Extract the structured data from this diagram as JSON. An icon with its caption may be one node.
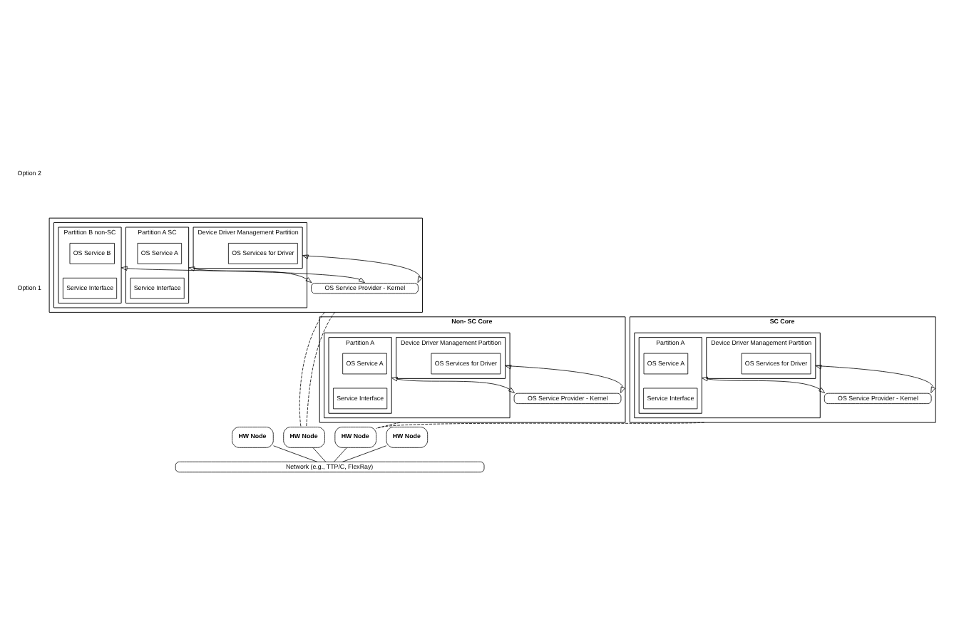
{
  "diagram": {
    "nodes": [
      {
        "text": [],
        "shape": "box"
      },
      {
        "text": [],
        "shape": "box",
        "in": 0
      },
      {
        "text": [
          "Partition A SC"
        ],
        "in": 1
      },
      {
        "text": [
          "OS Service A"
        ],
        "in": 2
      },
      {
        "text": [
          "Service Interface"
        ],
        "in": 2
      },
      {
        "text": [
          "Partition B non-SC"
        ],
        "in": 1
      },
      {
        "text": [
          "OS Service B"
        ],
        "in": 5
      },
      {
        "text": [
          "Service Interface"
        ],
        "in": 5
      },
      {
        "text": [
          "Device Driver Management Partition"
        ],
        "in": 1
      },
      {
        "text": [
          "OS Services for Driver"
        ],
        "in": 8
      },
      {
        "text": [
          "OS Service Provider - Kernel"
        ],
        "in": 0
      },
      {
        "text": [
          "SC Core"
        ]
      },
      {
        "text": [],
        "shape": "box",
        "in": 11
      },
      {
        "text": [
          "Partition A"
        ],
        "in": 12
      },
      {
        "text": [
          "OS Service A"
        ],
        "in": 13
      },
      {
        "text": [
          "Service Interface"
        ],
        "in": 13
      },
      {
        "text": [
          "Device Driver Management Partition"
        ],
        "in": 12
      },
      {
        "text": [
          "OS Services for Driver"
        ],
        "in": 16
      },
      {
        "text": [
          "OS Service Provider - Kernel"
        ],
        "in": 11
      },
      {
        "text": [
          "Non- SC Core"
        ]
      },
      {
        "text": [],
        "shape": "box",
        "in": 19
      },
      {
        "text": [
          "Partition A"
        ],
        "in": 20
      },
      {
        "text": [
          "OS Service A"
        ],
        "in": 21
      },
      {
        "text": [
          "Service Interface"
        ],
        "in": 21
      },
      {
        "text": [
          "Device Driver Management Partition"
        ],
        "in": 20
      },
      {
        "text": [
          "OS Services for Driver"
        ],
        "in": 24
      },
      {
        "text": [
          "OS Service Provider - Kernel"
        ],
        "in": 19
      },
      {
        "text": [
          "HW Node"
        ]
      },
      {
        "text": [
          "HW Node"
        ]
      },
      {
        "text": [
          "HW Node"
        ]
      },
      {
        "text": [
          "HW Node"
        ]
      },
      {
        "text": [
          "Network (e.g., TTP/C, FlexRay)"
        ]
      }
    ],
    "edges": [
      {
        "from": 2,
        "to": 10,
        "arrow": "both"
      },
      {
        "from": 5,
        "to": 10,
        "arrow": "both"
      },
      {
        "from": 8,
        "to": 10,
        "arrow": "both"
      },
      {
        "from": 13,
        "to": 18,
        "arrow": "both"
      },
      {
        "from": 16,
        "to": 18,
        "arrow": "both"
      },
      {
        "from": 21,
        "to": 26,
        "arrow": "both"
      },
      {
        "from": 24,
        "to": 26,
        "arrow": "both"
      },
      {
        "from": 0,
        "to": 28,
        "arrow": "none",
        "style": "dashed"
      },
      {
        "from": 0,
        "to": 28,
        "arrow": "none",
        "style": "dashed"
      },
      {
        "from": 11,
        "to": 29,
        "arrow": "none",
        "style": "dashed"
      },
      {
        "from": 19,
        "to": 29,
        "arrow": "none",
        "style": "dashed"
      },
      {
        "from": 27,
        "to": 31,
        "arrow": "none"
      },
      {
        "from": 28,
        "to": 31,
        "arrow": "none"
      },
      {
        "from": 29,
        "to": 31,
        "arrow": "none"
      },
      {
        "from": 30,
        "to": 31,
        "arrow": "none"
      }
    ],
    "labels": [
      "Option 2",
      "Option 1"
    ]
  }
}
